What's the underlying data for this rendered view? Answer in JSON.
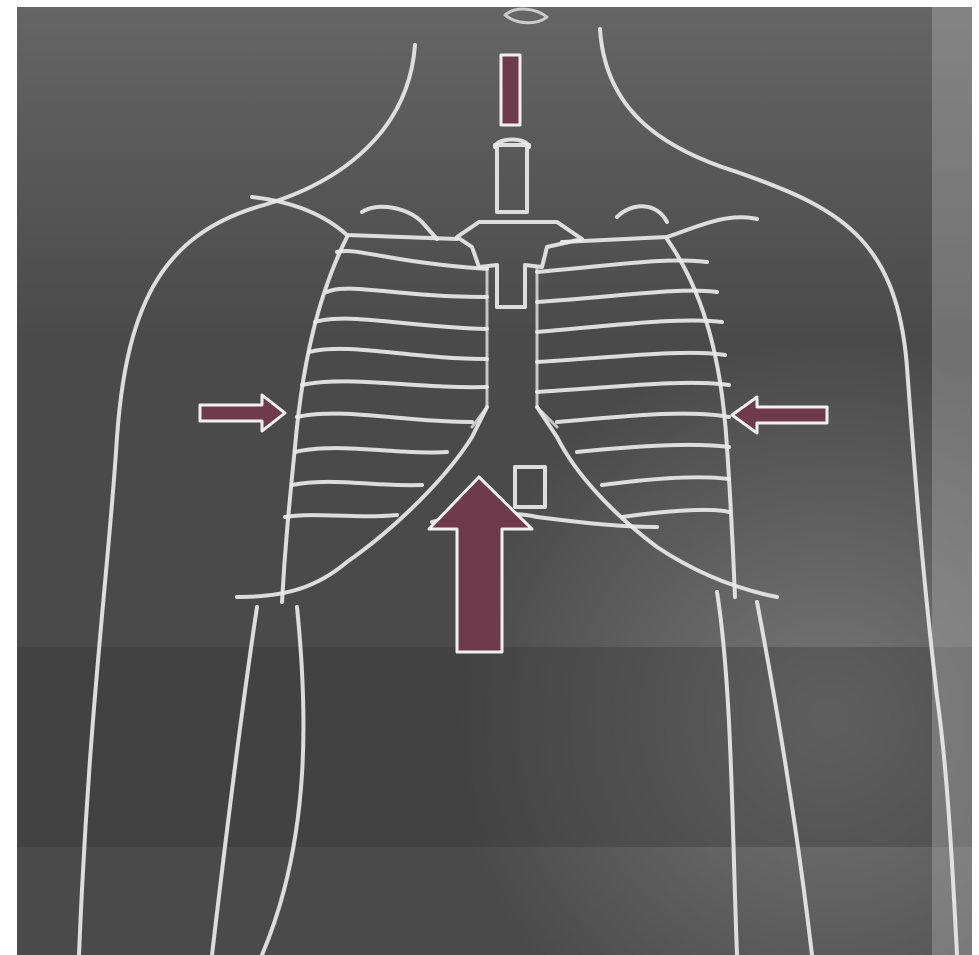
{
  "scene": {
    "subject": "chalk-drawing-human-thorax-blackboard",
    "colors": {
      "board": "#4a4a4a",
      "board_dark": "#333333",
      "board_light": "#7a7a7a",
      "chalk": "#e9e9e9",
      "arrow": "#6e3a4c"
    },
    "arrows": [
      {
        "name": "airway-down",
        "direction": "down"
      },
      {
        "name": "chest-inward-left",
        "direction": "right"
      },
      {
        "name": "chest-inward-right",
        "direction": "left"
      },
      {
        "name": "diaphragm-up",
        "direction": "up"
      }
    ]
  }
}
